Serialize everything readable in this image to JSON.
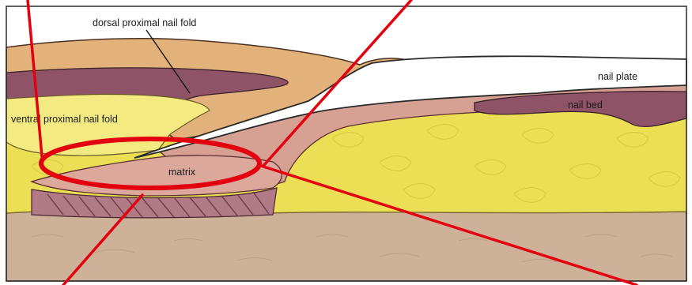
{
  "labels": {
    "dorsal_fold": "dorsal proximal nail fold",
    "ventral_fold": "ventral proximal nail fold",
    "nail_plate": "nail plate",
    "nail_bed": "nail bed",
    "matrix": "matrix"
  },
  "colors": {
    "background": "#ffffff",
    "frame": "#2a2a2a",
    "skin_tan": "#e2b27a",
    "dermis_maroon": "#8f5368",
    "fat_yellow": "#ecdf55",
    "fat_light": "#f3ea82",
    "nail_plate_white": "#ffffff",
    "nail_bed_pink": "#d6a092",
    "matrix_pink": "#dca89c",
    "bone": "#cdb299",
    "highlight_red": "#e3000f"
  }
}
